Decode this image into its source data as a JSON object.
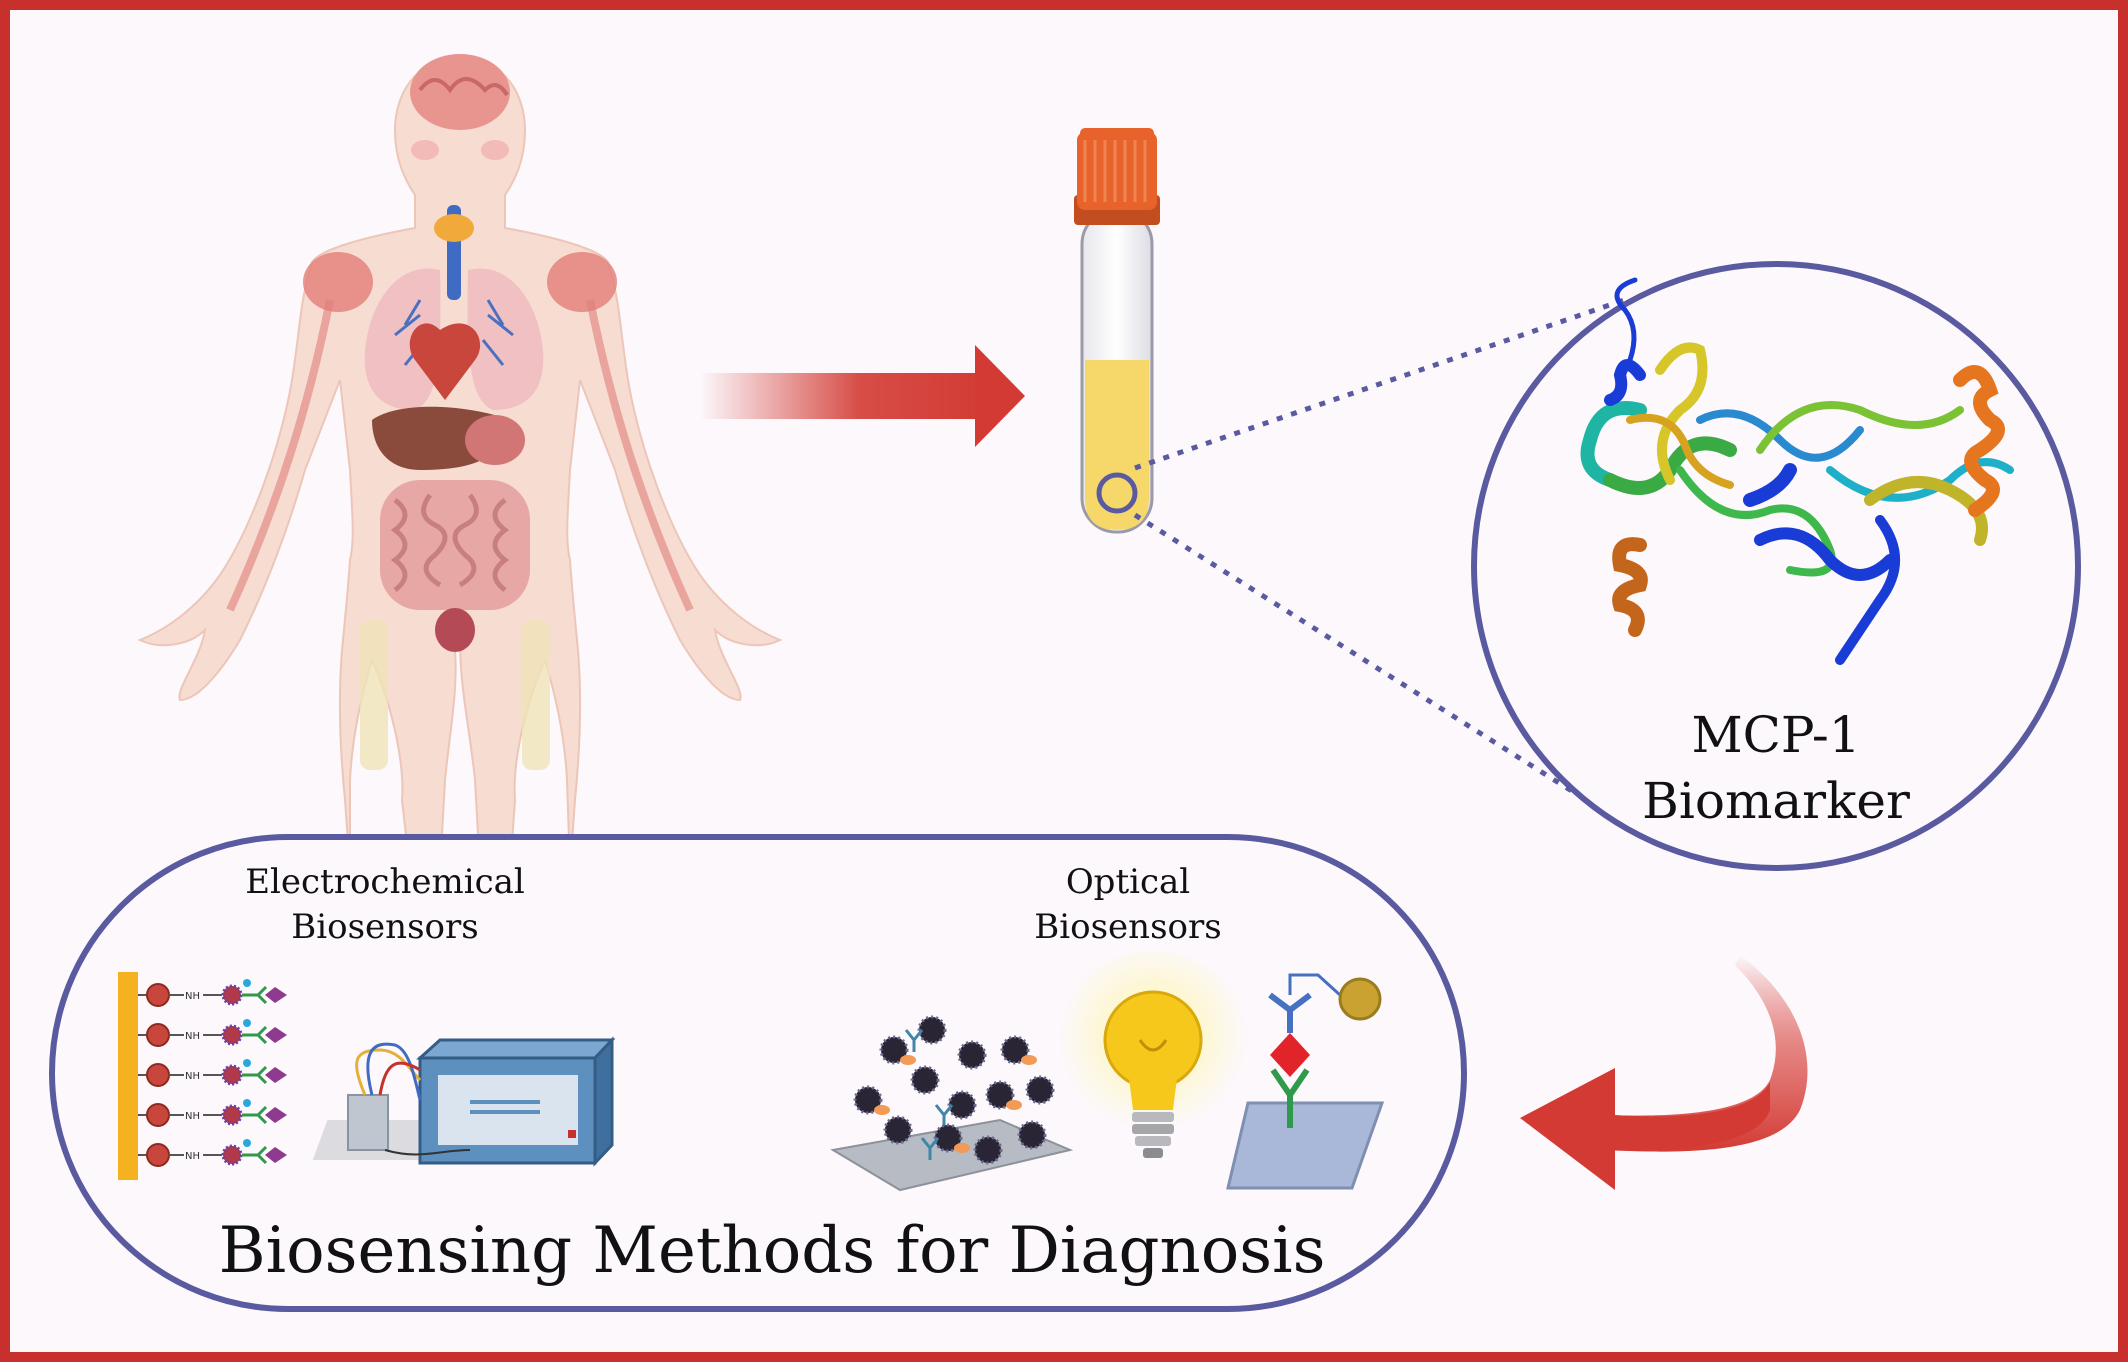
{
  "biomarker": {
    "line1": "MCP-1",
    "line2": "Biomarker"
  },
  "methods": {
    "title": "Biosensing Methods for Diagnosis",
    "electrochemical_line1": "Electrochemical",
    "electrochemical_line2": "Biosensors",
    "optical_line1": "Optical",
    "optical_line2": "Biosensors",
    "nh_label": "NH"
  },
  "colors": {
    "frame": "#c7302c",
    "circle_border": "#5a5aa0",
    "arrow": "#d33a33",
    "page_bg": "#fcf8fc",
    "tube_cap": "#e8632b",
    "sample": "#f6d86a"
  }
}
